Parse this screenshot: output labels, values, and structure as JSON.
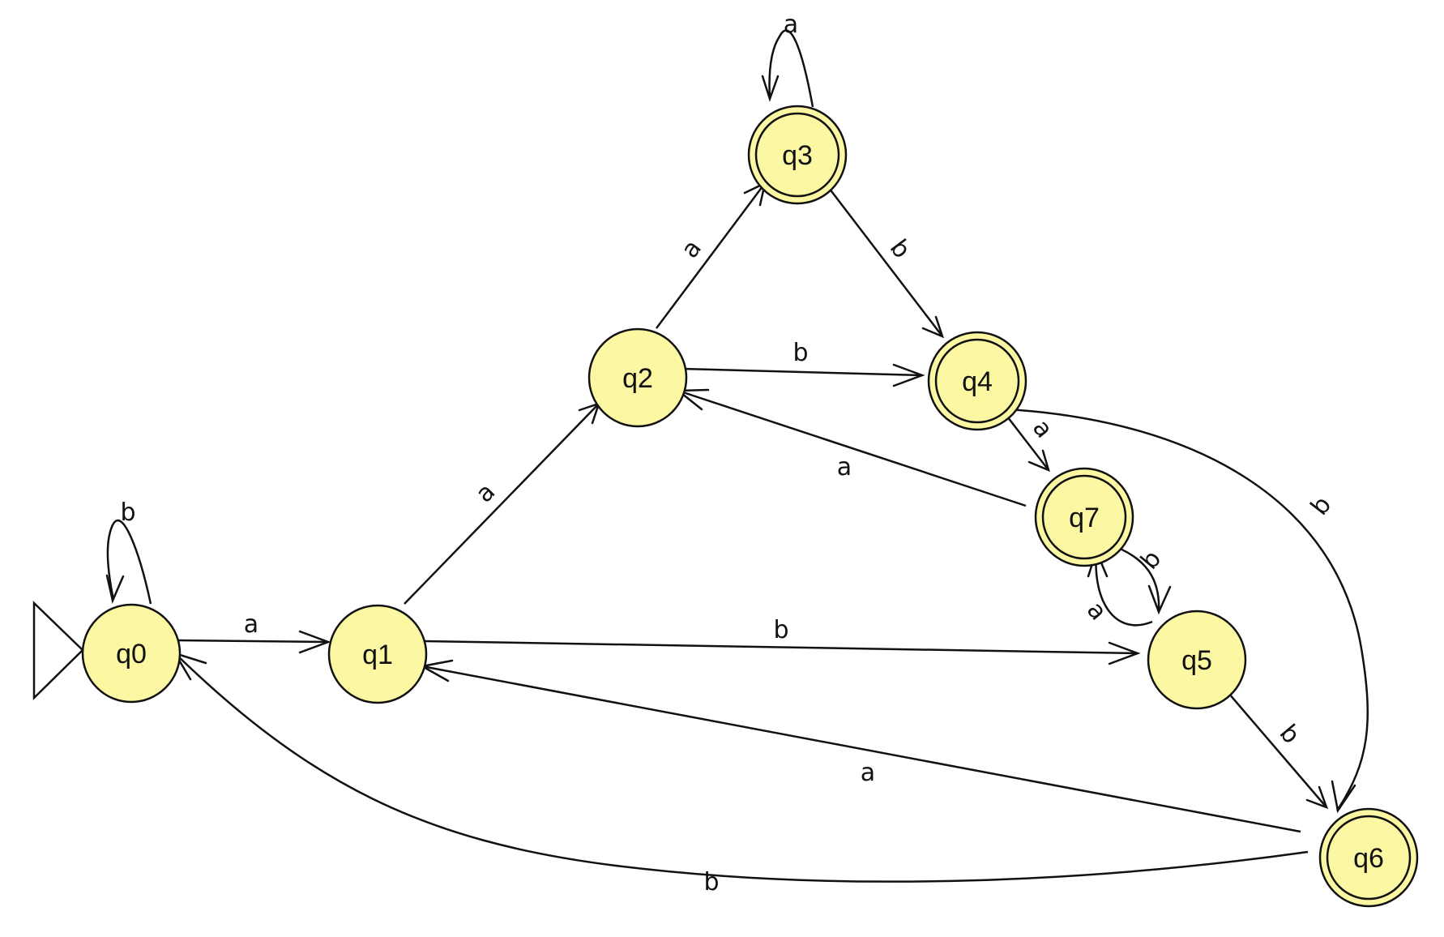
{
  "diagram": {
    "type": "finite-automaton",
    "start_state": "q0",
    "states": [
      {
        "id": "q0",
        "label": "q0",
        "accepting": false
      },
      {
        "id": "q1",
        "label": "q1",
        "accepting": false
      },
      {
        "id": "q2",
        "label": "q2",
        "accepting": false
      },
      {
        "id": "q3",
        "label": "q3",
        "accepting": true
      },
      {
        "id": "q4",
        "label": "q4",
        "accepting": true
      },
      {
        "id": "q5",
        "label": "q5",
        "accepting": false
      },
      {
        "id": "q6",
        "label": "q6",
        "accepting": true
      },
      {
        "id": "q7",
        "label": "q7",
        "accepting": true
      }
    ],
    "transitions": [
      {
        "id": "t-q0-q0",
        "from": "q0",
        "to": "q0",
        "label": "b"
      },
      {
        "id": "t-q0-q1",
        "from": "q0",
        "to": "q1",
        "label": "a"
      },
      {
        "id": "t-q1-q2",
        "from": "q1",
        "to": "q2",
        "label": "a"
      },
      {
        "id": "t-q1-q5",
        "from": "q1",
        "to": "q5",
        "label": "b"
      },
      {
        "id": "t-q2-q3",
        "from": "q2",
        "to": "q3",
        "label": "a"
      },
      {
        "id": "t-q2-q4",
        "from": "q2",
        "to": "q4",
        "label": "b"
      },
      {
        "id": "t-q3-q3",
        "from": "q3",
        "to": "q3",
        "label": "a"
      },
      {
        "id": "t-q3-q4",
        "from": "q3",
        "to": "q4",
        "label": "b"
      },
      {
        "id": "t-q4-q7",
        "from": "q4",
        "to": "q7",
        "label": "a"
      },
      {
        "id": "t-q4-q6",
        "from": "q4",
        "to": "q6",
        "label": "b"
      },
      {
        "id": "t-q7-q2",
        "from": "q7",
        "to": "q2",
        "label": "a"
      },
      {
        "id": "t-q7-q5",
        "from": "q7",
        "to": "q5",
        "label": "b"
      },
      {
        "id": "t-q5-q7",
        "from": "q5",
        "to": "q7",
        "label": "a"
      },
      {
        "id": "t-q5-q6",
        "from": "q5",
        "to": "q6",
        "label": "b"
      },
      {
        "id": "t-q6-q1",
        "from": "q6",
        "to": "q1",
        "label": "a"
      },
      {
        "id": "t-q6-q0",
        "from": "q6",
        "to": "q0",
        "label": "b"
      }
    ],
    "colors": {
      "state_fill": "#fcf7a3",
      "stroke": "#111111",
      "background": "#ffffff"
    }
  }
}
